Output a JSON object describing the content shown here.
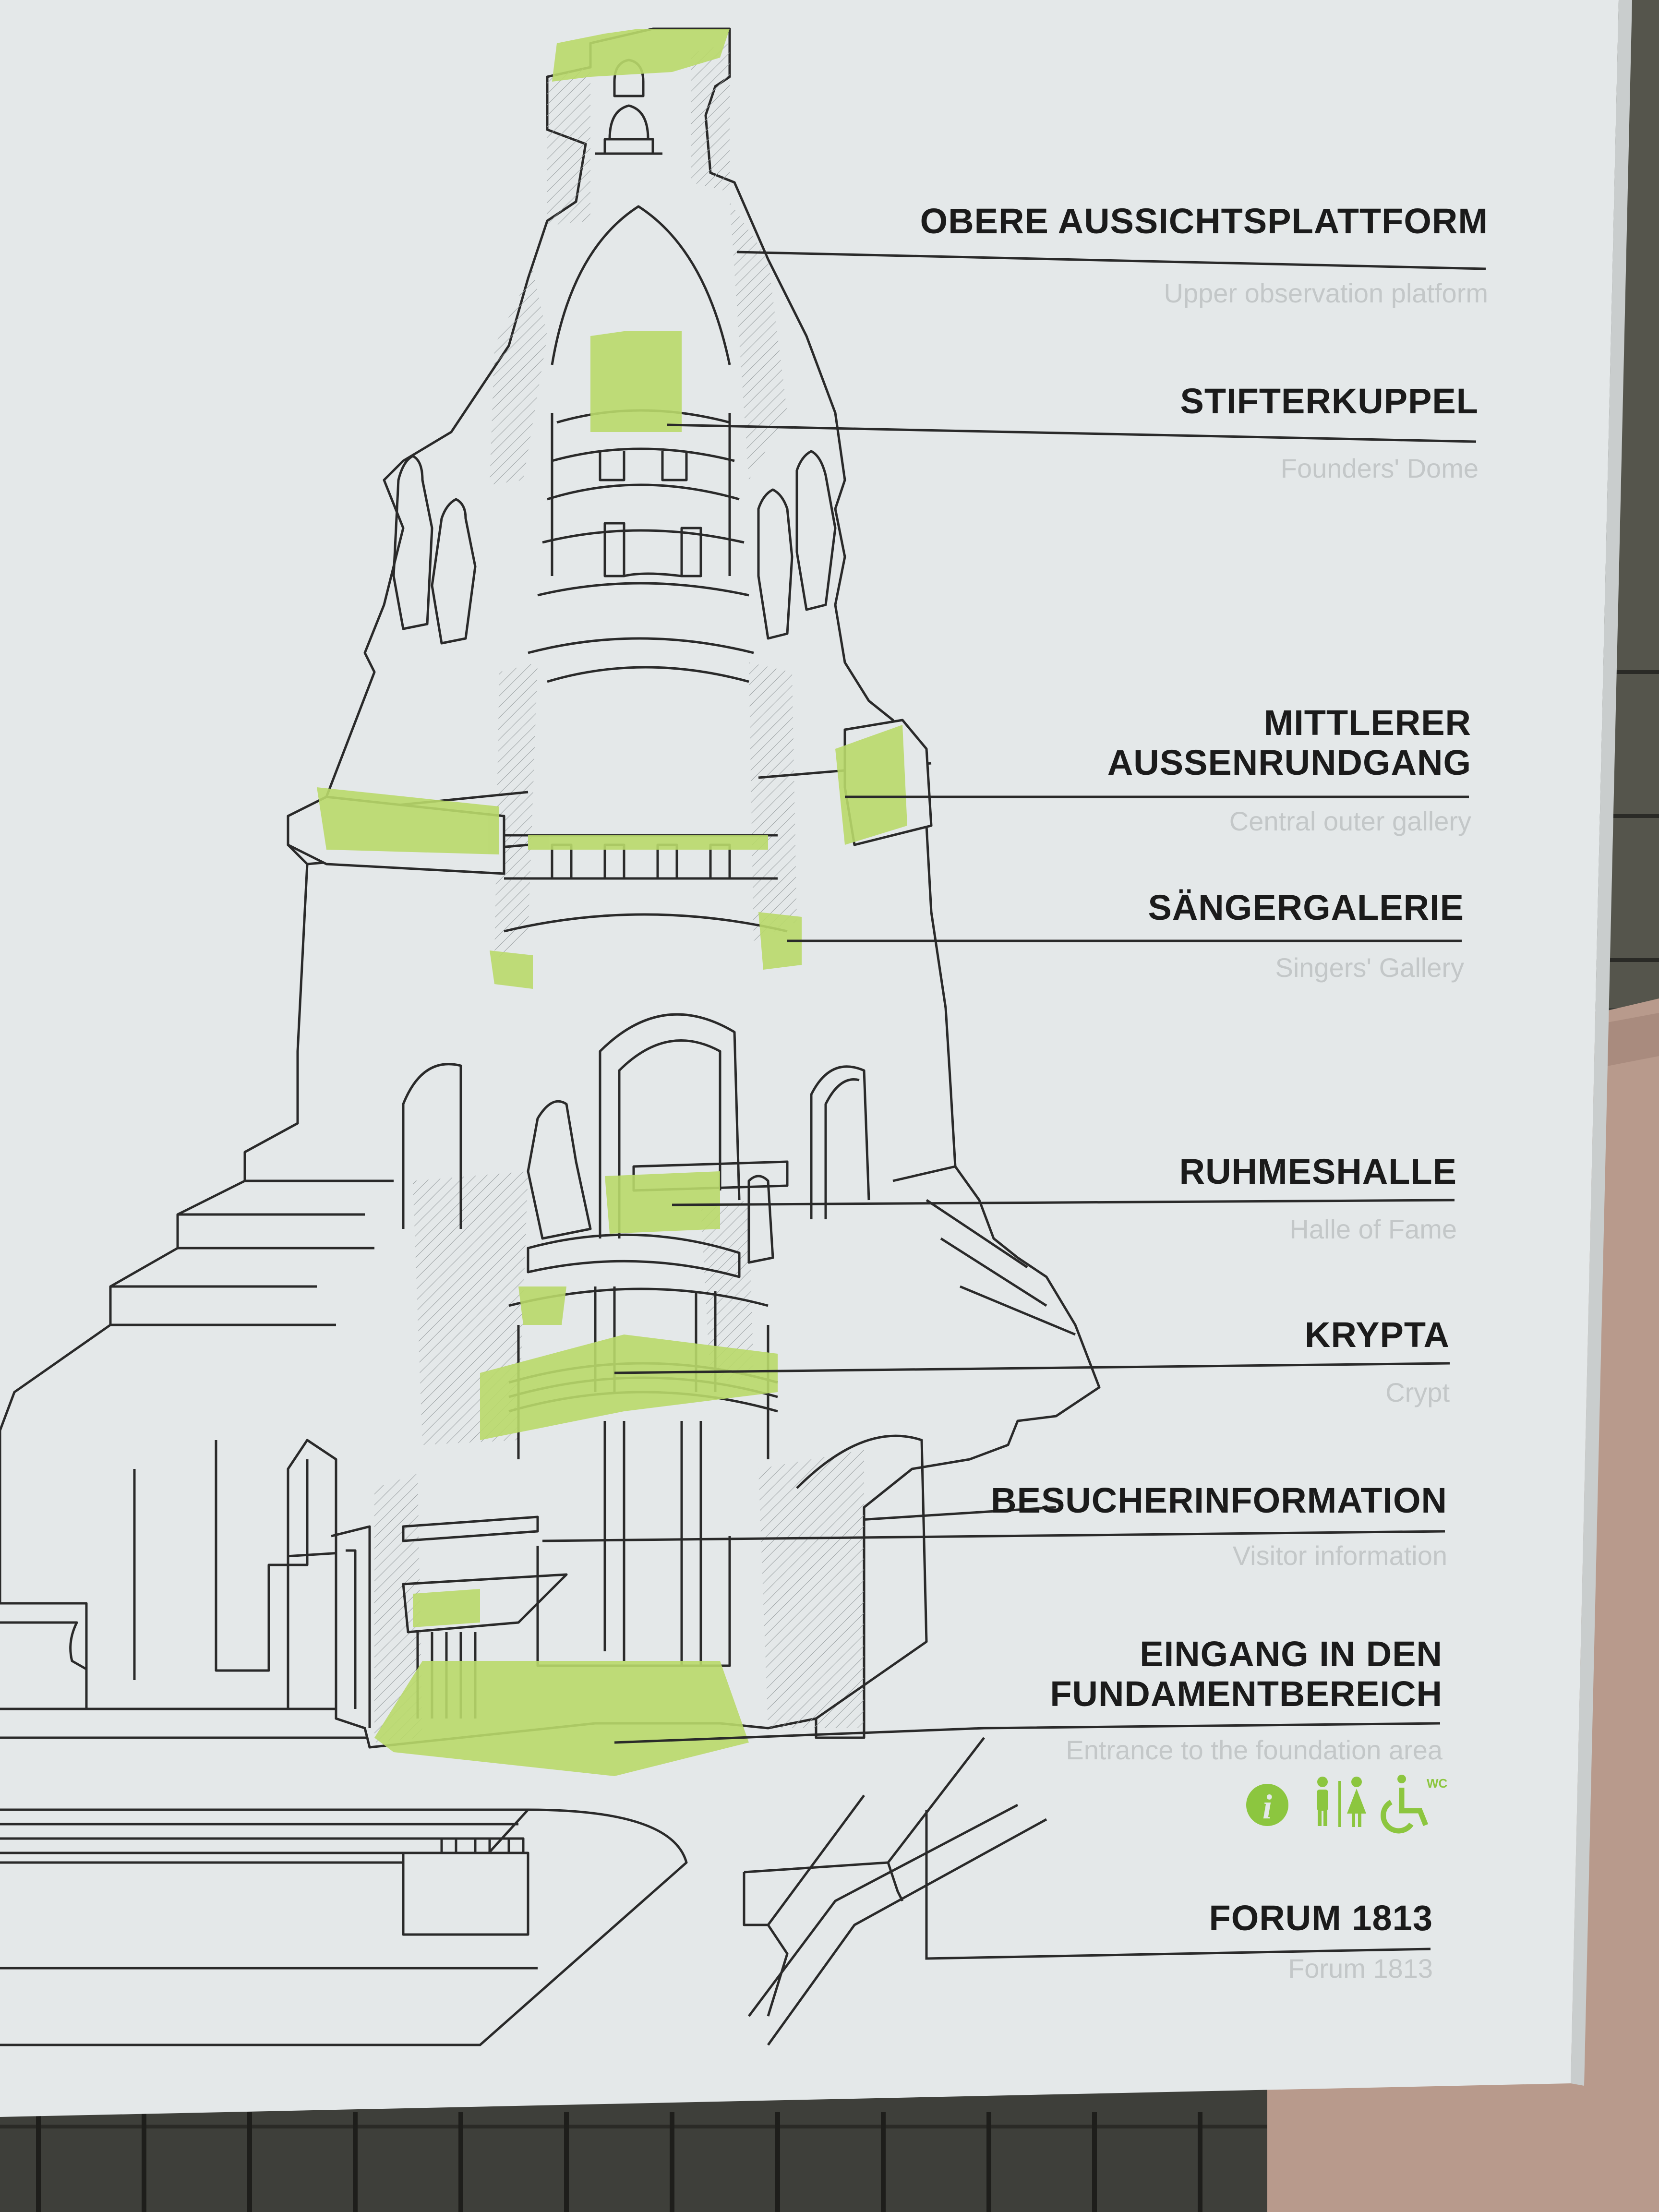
{
  "labels": [
    {
      "de": "OBERE AUSSICHTSPLATTFORM",
      "en": "Upper observation platform"
    },
    {
      "de": "STIFTERKUPPEL",
      "en": "Founders' Dome"
    },
    {
      "de": "MITTLERER\nAUSSENRUNDGANG",
      "en": "Central outer gallery"
    },
    {
      "de": "SÄNGERGALERIE",
      "en": "Singers' Gallery"
    },
    {
      "de": "RUHMESHALLE",
      "en": "Halle of Fame"
    },
    {
      "de": "KRYPTA",
      "en": "Crypt"
    },
    {
      "de": "BESUCHERINFORMATION",
      "en": "Visitor information"
    },
    {
      "de": "EINGANG IN DEN\nFUNDAMENTBEREICH",
      "en": "Entrance to the foundation area"
    },
    {
      "de": "FORUM 1813",
      "en": "Forum 1813"
    }
  ],
  "icons": [
    "info-icon",
    "toilets-icon",
    "wheelchair-access-icon"
  ],
  "colors": {
    "board": "#e4e8e9",
    "accent_green": "#b9d96a",
    "icon_green": "#8cc63f",
    "line": "#2a2a2a",
    "text_dark": "#1b1b1b",
    "text_light": "#c3c7c8",
    "pillar": "#b89a8c"
  }
}
